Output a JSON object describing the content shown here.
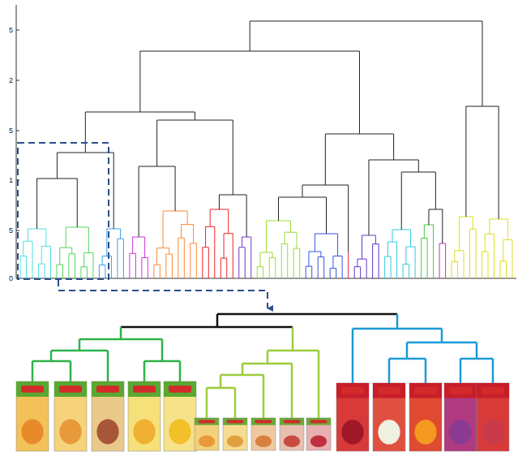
{
  "diagram": {
    "labels": [
      "5",
      "2",
      "5",
      "1",
      "5",
      "0"
    ]
  }
}
